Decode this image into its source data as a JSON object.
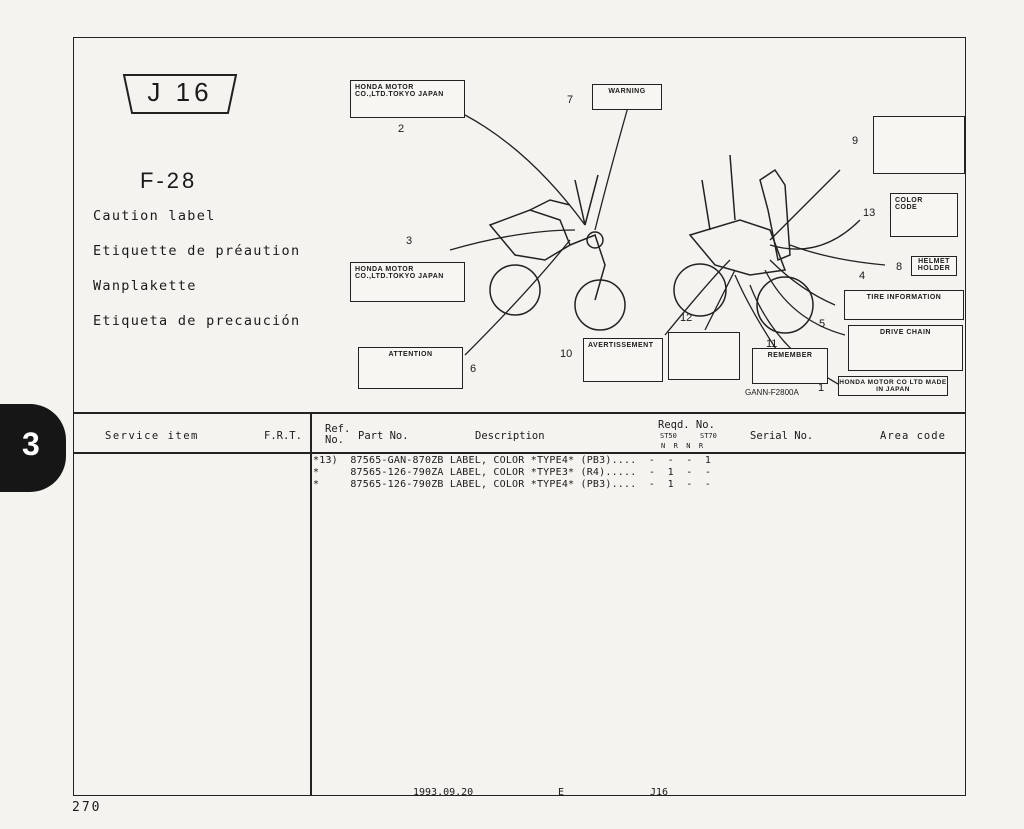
{
  "header": {
    "section_code": "J 16",
    "figure_code": "F-28",
    "captions": [
      "Caution label",
      "Etiquette de préaution",
      "Wanplakette",
      "Etiqueta de precaución"
    ]
  },
  "diagram": {
    "labels": [
      {
        "ref": "2",
        "text": "HONDA MOTOR CO.,LTD.TOKYO JAPAN"
      },
      {
        "ref": "3",
        "text": "HONDA MOTOR CO.,LTD.TOKYO JAPAN"
      },
      {
        "ref": "7",
        "text": "WARNING"
      },
      {
        "ref": "6",
        "text": "ATTENTION"
      },
      {
        "ref": "9",
        "text": ""
      },
      {
        "ref": "13",
        "text": "COLOR CODE"
      },
      {
        "ref": "8",
        "text": "HELMET HOLDER"
      },
      {
        "ref": "4",
        "text": "TIRE INFORMATION"
      },
      {
        "ref": "5",
        "text": "DRIVE CHAIN"
      },
      {
        "ref": "10",
        "text": "AVERTISSEMENT"
      },
      {
        "ref": "12",
        "text": ""
      },
      {
        "ref": "11",
        "text": "REMEMBER"
      },
      {
        "ref": "1",
        "text": "HONDA MOTOR CO LTD MADE IN JAPAN"
      }
    ],
    "drawing_code": "GANN-F2800A"
  },
  "table": {
    "headers": {
      "service_item": "Service  item",
      "frt": "F.R.T.",
      "ref_no": "Ref. No.",
      "part_no": "Part No.",
      "description": "Description",
      "reqd_no": "Reqd. No.",
      "st50": "ST50",
      "st70": "ST70",
      "sub_cols": "N  R  N  R",
      "serial_no": "Serial No.",
      "area_code": "Area code"
    },
    "rows": [
      "*13)  87565-GAN-870ZB LABEL, COLOR *TYPE4* (PB3)....  -  -  -  1",
      "*     87565-126-790ZA LABEL, COLOR *TYPE3* (R4).....  -  1  -  -",
      "*     87565-126-790ZB LABEL, COLOR *TYPE4* (PB3)....  -  1  -  -"
    ]
  },
  "footer": {
    "date": "1993.09.20",
    "edition": "E",
    "code": "J16",
    "page": "270"
  },
  "section_tab": "3"
}
